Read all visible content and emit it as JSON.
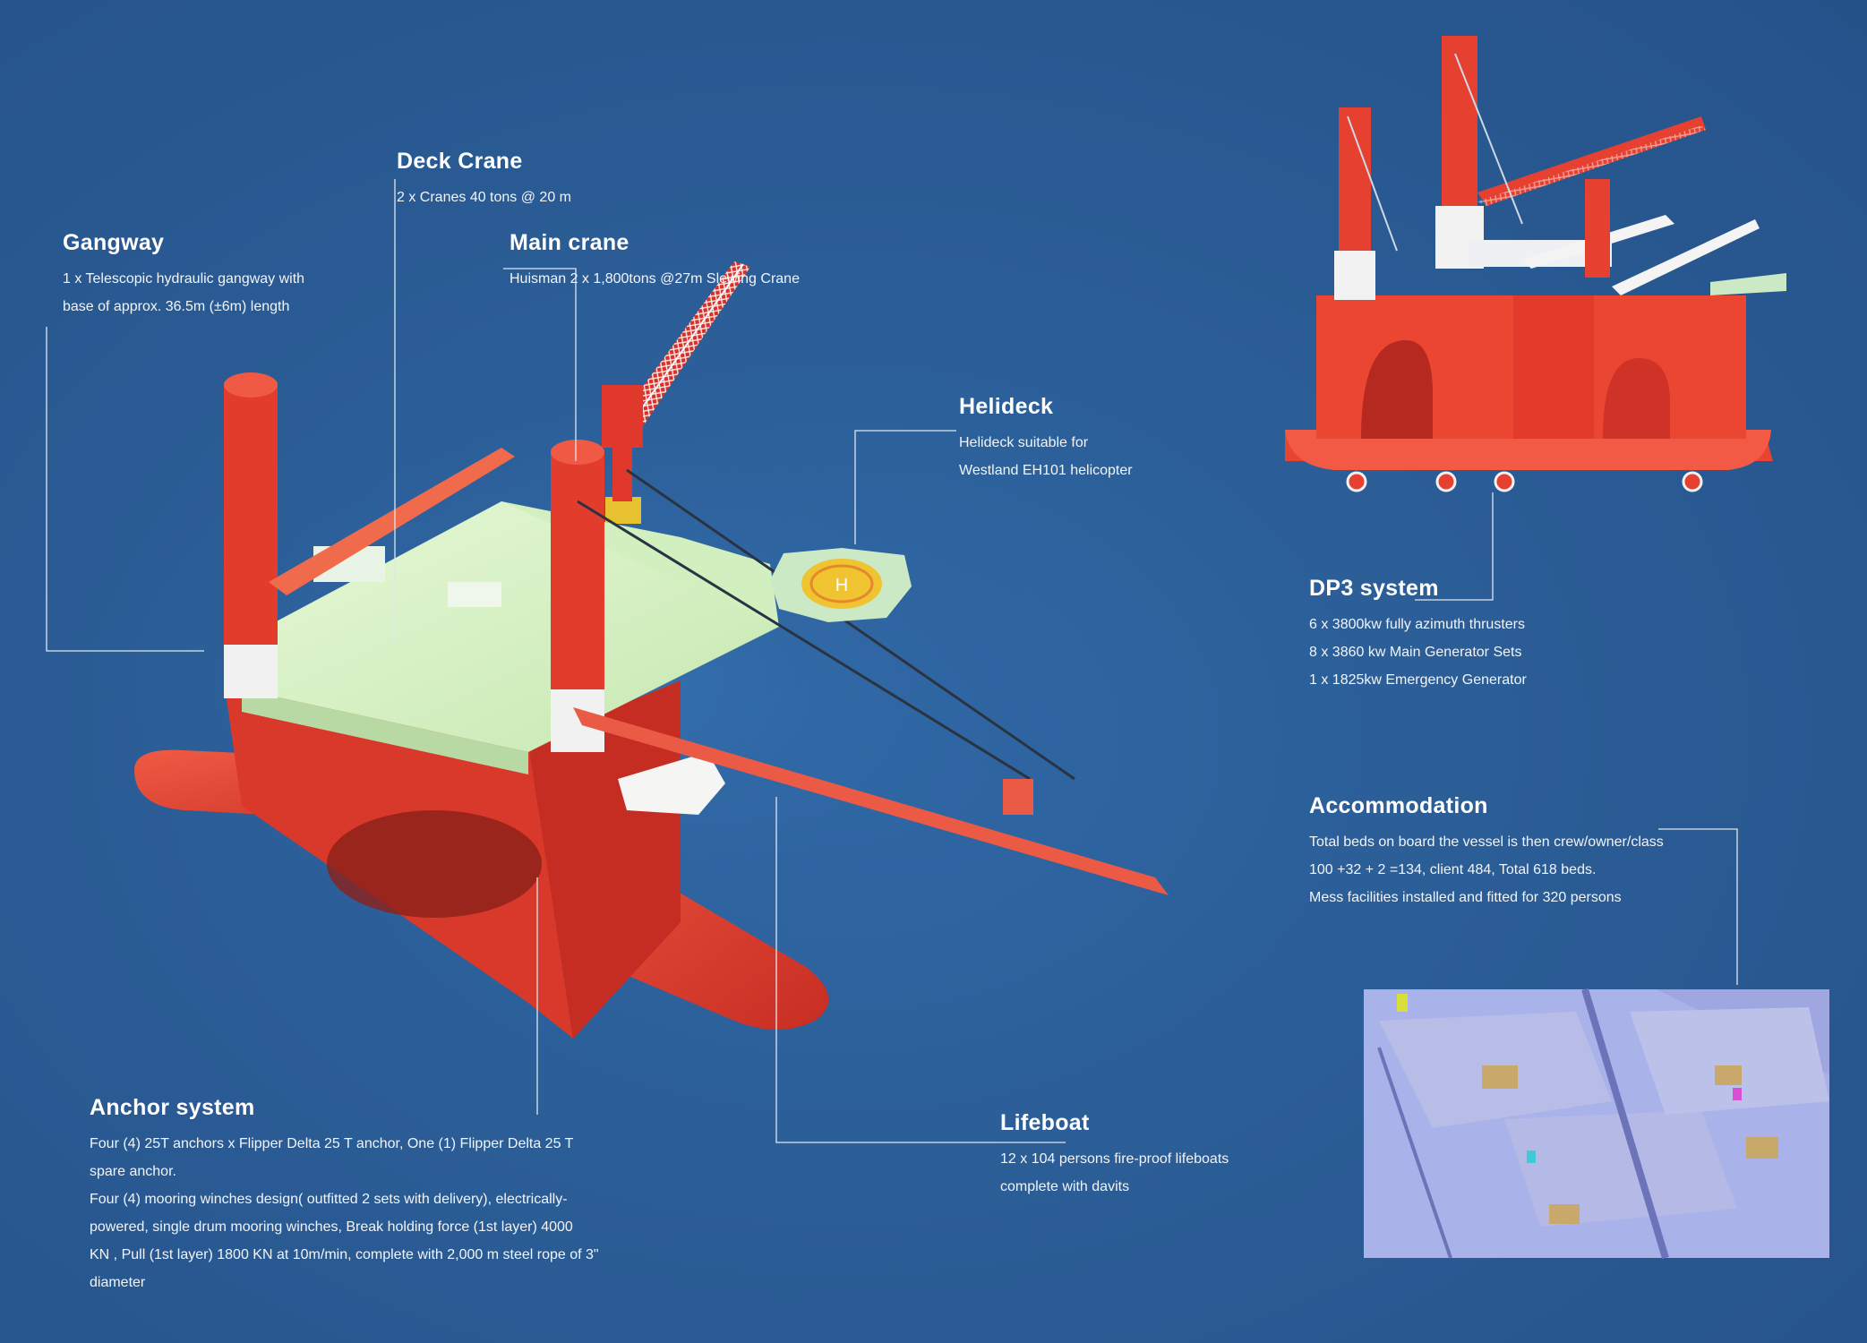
{
  "sections": {
    "deck_crane": {
      "title": "Deck Crane",
      "lines": [
        "2 x Cranes 40 tons @ 20 m"
      ]
    },
    "gangway": {
      "title": "Gangway",
      "lines": [
        "1 x Telescopic hydraulic gangway  with",
        "base of approx. 36.5m (±6m) length"
      ]
    },
    "main_crane": {
      "title": "Main crane",
      "lines": [
        "Huisman 2 x 1,800tons @27m  Slewing Crane"
      ]
    },
    "helideck": {
      "title": "Helideck",
      "lines": [
        "Helideck suitable for",
        "Westland EH101 helicopter"
      ]
    },
    "dp3": {
      "title": "DP3 system",
      "lines": [
        "6 x 3800kw fully azimuth thrusters",
        "8 x 3860 kw  Main Generator Sets",
        "1 x 1825kw Emergency Generator"
      ]
    },
    "accommodation": {
      "title": "Accommodation",
      "lines": [
        "Total beds on board the vessel is then crew/owner/class",
        "100 +32 + 2 =134, client 484, Total 618 beds.",
        "Mess facilities installed and fitted for 320 persons"
      ]
    },
    "anchor": {
      "title": "Anchor system",
      "lines": [
        "Four  (4) 25T anchors x Flipper Delta 25 T anchor, One (1) Flipper Delta 25 T",
        "spare anchor.",
        "Four (4) mooring winches design( outfitted 2 sets with delivery), electrically-",
        "powered, single drum mooring winches, Break  holding force (1st layer) 4000",
        "KN , Pull (1st layer) 1800 KN at 10m/min, complete with 2,000 m steel rope of 3\"",
        "diameter"
      ]
    },
    "lifeboat": {
      "title": "Lifeboat",
      "lines": [
        "12 x 104 persons fire-proof lifeboats",
        "complete with davits"
      ]
    }
  },
  "colors": {
    "background": "#2b5d96",
    "hull": "#e3402e",
    "deck": "#d7f1c4",
    "leader_line": "#dfe6ef"
  },
  "helideck_marking": "H"
}
